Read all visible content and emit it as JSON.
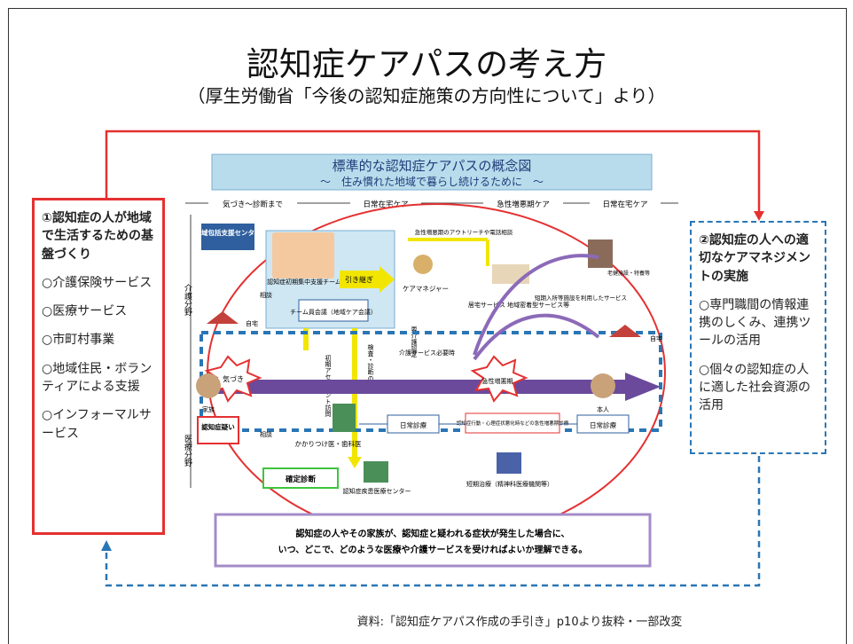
{
  "title": "認知症ケアパスの考え方",
  "subtitle": "（厚生労働省「今後の認知症施策の方向性について」より）",
  "left_box": {
    "heading": "①認知症の人が地域で生活するための基盤づくり",
    "items": [
      "○介護保険サービス",
      "○医療サービス",
      "○市町村事業",
      "○地域住民・ボランティアによる支援",
      "○インフォーマルサービス"
    ]
  },
  "right_box": {
    "heading": "②認知症の人への適切なケアマネジメントの実施",
    "items": [
      "○専門職間の情報連携のしくみ、連携ツールの活用",
      "○個々の認知症の人に適した社会資源の活用"
    ]
  },
  "diagram": {
    "title": "標準的な認知症ケアパスの概念図",
    "subtitle": "～　住み慣れた地域で暮らし続けるために　～",
    "phases": [
      "気づき～診断まで",
      "日常在宅ケア",
      "急性増悪期ケア",
      "日常在宅ケア"
    ],
    "left_axis": [
      "介護分野",
      "医療分野"
    ],
    "labels": {
      "center": "地域包括支援センター",
      "team": "認知症初期集中支援チーム",
      "handoff": "引き継ぎ",
      "caremanager": "ケアマネジャー",
      "outreach": "急性増悪期のアウトリーチや電話相談",
      "meeting": "チーム員会議（地域ケア会議）",
      "home_service": "居宅サービス 地域密着型サービス等",
      "shortstay": "短期入所等施設を利用したサービス",
      "facility": "老健施設・特養等",
      "home_left": "自宅",
      "home_right": "自宅",
      "notice": "気づき",
      "acute": "急性増悪期",
      "suspect": "認知症疑い",
      "consult1": "相談",
      "consult2": "相談",
      "family": "家族",
      "person": "本人",
      "gp": "かかりつけ医・歯科医",
      "diagnosis": "確定診断",
      "medical_center": "認知症疾患医療センター",
      "daily1": "日常診療",
      "bpsd": "認知症行動・心理症状悪化時などの急性増悪期診療",
      "daily2": "日常診療",
      "short_treatment": "短期治療（精神科医療機関等）",
      "assessment": "初期アセスメント訪問",
      "referral": "検査・診断の紹介",
      "care_need": "要介護認定",
      "service_need": "介護サービス必要時"
    },
    "summary": "認知症の人やその家族が、認知症と疑われる症状が発生した場合に、いつ、どこで、どのような医療や介護サービスを受ければよいか理解できる。"
  },
  "source_note": "資料:「認知症ケアパス作成の手引き」p10より抜粋・一部改変",
  "colors": {
    "red": "#e53030",
    "blue_dashed": "#2a76b5",
    "purple": "#6b4a9b",
    "title_bg": "#b9dcec",
    "yellow": "#f2e600"
  }
}
